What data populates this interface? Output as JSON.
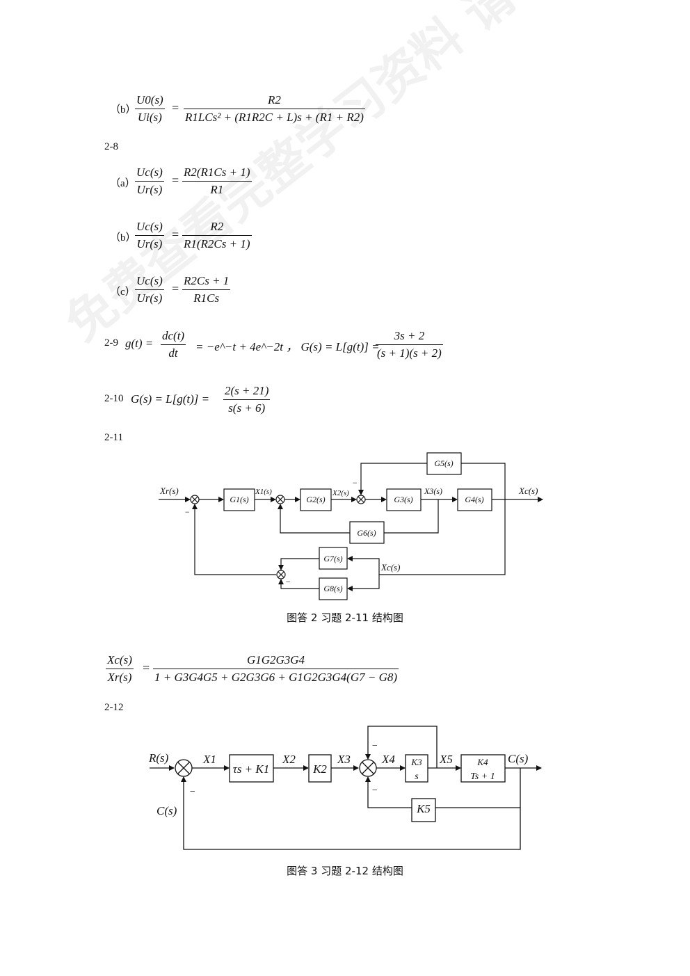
{
  "eq_b_227": {
    "tag": "（b）",
    "lhs_num": "U0(s)",
    "lhs_den": "Ui(s)",
    "rhs_num": "R2",
    "rhs_den": "R1LCs² + (R1R2C + L)s + (R1 + R2)"
  },
  "sec_2_8": {
    "label": "2-8"
  },
  "eq_a_28": {
    "tag": "（a）",
    "lhs_num": "Uc(s)",
    "lhs_den": "Ur(s)",
    "rhs_num": "R2(R1Cs + 1)",
    "rhs_den": "R1"
  },
  "eq_b_28": {
    "tag": "（b）",
    "lhs_num": "Uc(s)",
    "lhs_den": "Ur(s)",
    "rhs_num": "R2",
    "rhs_den": "R1(R2Cs + 1)"
  },
  "eq_c_28": {
    "tag": "（c）",
    "lhs_num": "Uc(s)",
    "lhs_den": "Ur(s)",
    "rhs_num": "R2Cs + 1",
    "rhs_den": "R1Cs"
  },
  "sec_2_9": {
    "label": "2-9",
    "lhs": "g(t) =",
    "f1_num": "dc(t)",
    "f1_den": "dt",
    "mid": "= −e^−t + 4e^−2t ，  G(s) = L[g(t)] =",
    "f2_num": "3s + 2",
    "f2_den": "(s + 1)(s + 2)"
  },
  "sec_2_10": {
    "label": "2-10",
    "lhs": "G(s) = L[g(t)] =",
    "f_num": "2(s + 21)",
    "f_den": "s(s + 6)"
  },
  "sec_2_11": {
    "label": "2-11",
    "caption": "图答 2 习题 2-11 结构图",
    "blocks": {
      "g1": "G1(s)",
      "g2": "G2(s)",
      "g3": "G3(s)",
      "g4": "G4(s)",
      "g5": "G5(s)",
      "g6": "G6(s)",
      "g7": "G7(s)",
      "g8": "G8(s)"
    },
    "signals": {
      "xr": "Xr(s)",
      "x1": "X1(s)",
      "x2": "X2(s)",
      "x3": "X3(s)",
      "xc": "Xc(s)",
      "xc2": "Xc(s)",
      "minus": "−"
    },
    "result_num": "G1G2G3G4",
    "result_lhs_num": "Xc(s)",
    "result_lhs_den": "Xr(s)",
    "result_den": "1 + G3G4G5 + G2G3G6 + G1G2G3G4(G7 − G8)"
  },
  "sec_2_12": {
    "label": "2-12",
    "caption": "图答 3 习题 2-12 结构图",
    "blocks": {
      "b1": "τs + K1",
      "b2": "K2",
      "b3_num": "K3",
      "b3_den": "s",
      "b4_num": "K4",
      "b4_den": "Ts + 1",
      "b5": "K5"
    },
    "signals": {
      "r": "R(s)",
      "x1": "X1",
      "x2": "X2",
      "x3": "X3",
      "x4": "X4",
      "x5": "X5",
      "c": "C(s)",
      "c_fb": "C(s)",
      "minus": "−"
    }
  },
  "watermark": "免费查看完整学习资料 请下载【资小料】APP"
}
